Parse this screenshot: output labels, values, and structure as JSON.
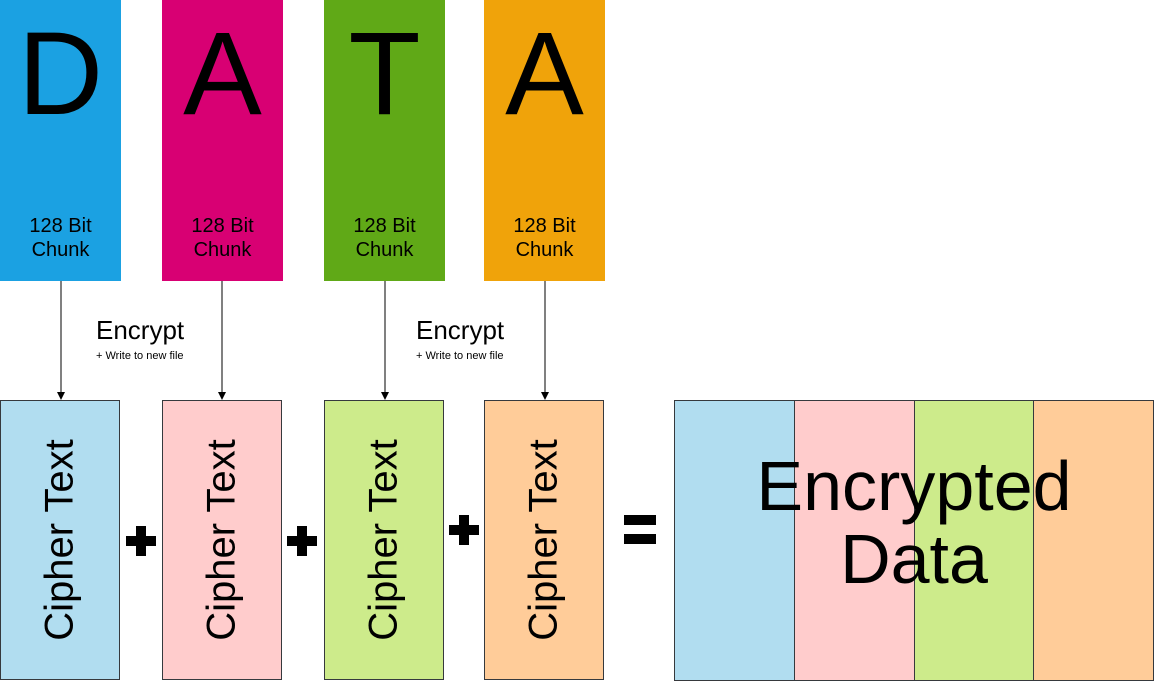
{
  "chunks": [
    {
      "letter": "D",
      "label": "128 Bit Chunk",
      "color": "#1ba1e2"
    },
    {
      "letter": "A",
      "label": "128 Bit Chunk",
      "color": "#d80073"
    },
    {
      "letter": "T",
      "label": "128 Bit Chunk",
      "color": "#60a917"
    },
    {
      "letter": "A",
      "label": "128 Bit Chunk",
      "color": "#f0a30a"
    }
  ],
  "encrypt_steps": [
    {
      "label": "Encrypt",
      "note": "+ Write to new file"
    },
    {
      "label": "Encrypt",
      "note": "+ Write to new file"
    }
  ],
  "cipher_blocks": [
    {
      "label": "Cipher Text",
      "color": "#b1ddf0"
    },
    {
      "label": "Cipher Text",
      "color": "#ffcccc"
    },
    {
      "label": "Cipher Text",
      "color": "#cdeb8b"
    },
    {
      "label": "Cipher Text",
      "color": "#ffcc99"
    }
  ],
  "operators": {
    "plus": "+",
    "equals": "="
  },
  "result": {
    "title": "Encrypted Data",
    "band_colors": [
      "#b1ddf0",
      "#ffcccc",
      "#cdeb8b",
      "#ffcc99"
    ]
  }
}
